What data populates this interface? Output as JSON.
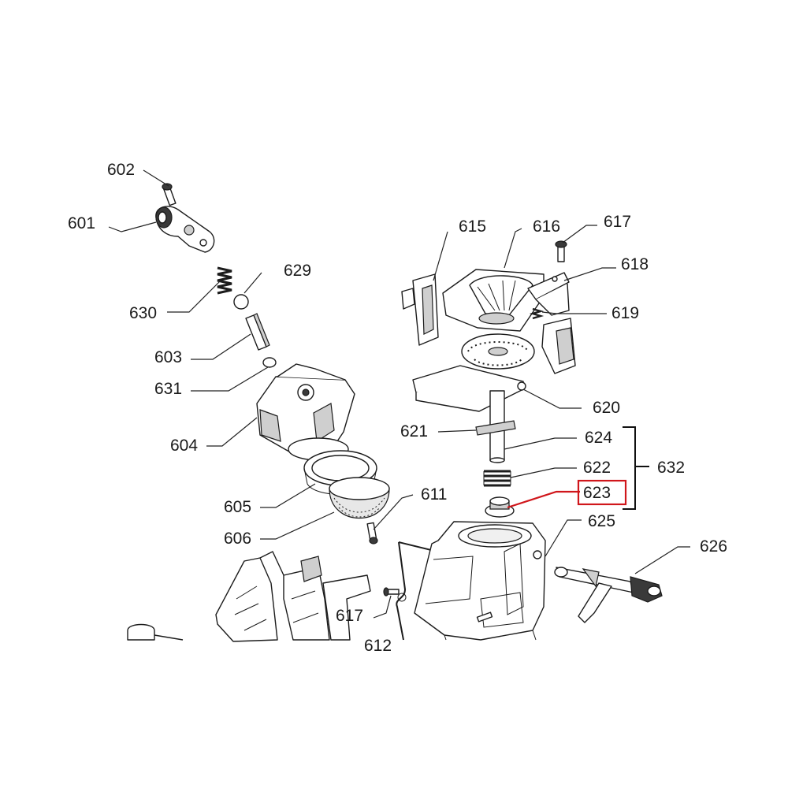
{
  "callouts": {
    "c601": "601",
    "c602": "602",
    "c603": "603",
    "c604": "604",
    "c605": "605",
    "c606": "606",
    "c611": "611",
    "c612": "612",
    "c615": "615",
    "c616": "616",
    "c617a": "617",
    "c617b": "617",
    "c618": "618",
    "c619": "619",
    "c620": "620",
    "c621": "621",
    "c622": "622",
    "c623": "623",
    "c624": "624",
    "c625": "625",
    "c626": "626",
    "c629": "629",
    "c630": "630",
    "c631": "631",
    "c632": "632"
  },
  "highlight": {
    "part": "623",
    "color": "#d0161b"
  },
  "group_bracket": {
    "label": "632",
    "members": [
      "624",
      "622",
      "623"
    ]
  }
}
